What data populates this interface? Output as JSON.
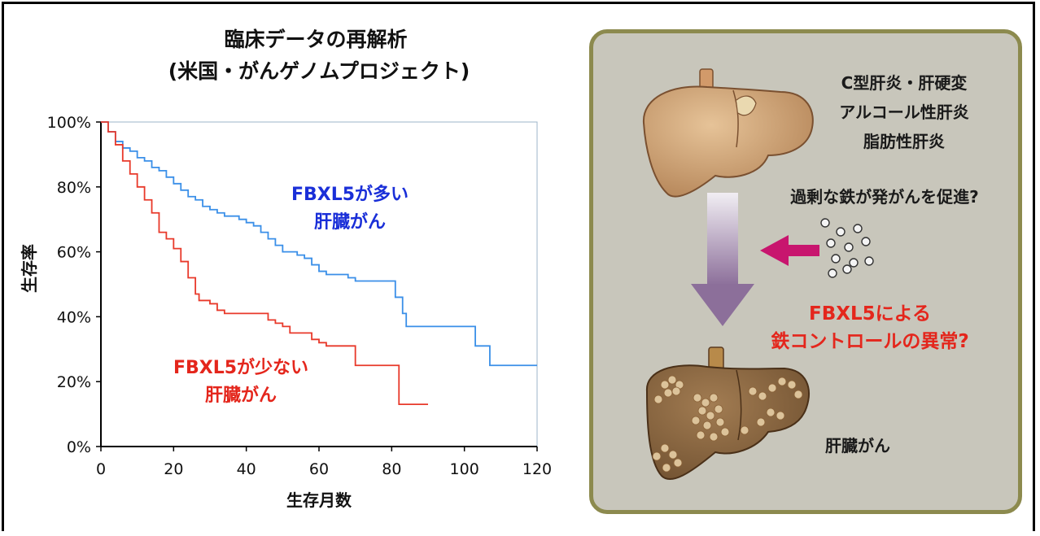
{
  "chart_data": {
    "type": "line",
    "title": "臨床データの再解析",
    "subtitle": "(米国・がんゲノムプロジェクト)",
    "xlabel": "生存月数",
    "ylabel": "生存率",
    "xlim": [
      0,
      120
    ],
    "ylim": [
      0,
      100
    ],
    "x_ticks": [
      "0",
      "20",
      "40",
      "60",
      "80",
      "100",
      "120"
    ],
    "y_ticks": [
      "0%",
      "20%",
      "40%",
      "60%",
      "80%",
      "100%"
    ],
    "grid": false,
    "series": [
      {
        "name_lines": [
          "FBXL5が多い",
          "肝臓がん"
        ],
        "color": "#3a8fe8",
        "label_color": "#1a2fd8",
        "points": [
          [
            0,
            100
          ],
          [
            2,
            97
          ],
          [
            4,
            94
          ],
          [
            6,
            92
          ],
          [
            8,
            91
          ],
          [
            10,
            89
          ],
          [
            12,
            88
          ],
          [
            14,
            86
          ],
          [
            16,
            85
          ],
          [
            18,
            83
          ],
          [
            20,
            81
          ],
          [
            22,
            79
          ],
          [
            24,
            77
          ],
          [
            26,
            76
          ],
          [
            28,
            74
          ],
          [
            30,
            73
          ],
          [
            32,
            72
          ],
          [
            34,
            71
          ],
          [
            36,
            71
          ],
          [
            38,
            70
          ],
          [
            40,
            69
          ],
          [
            42,
            68
          ],
          [
            44,
            66
          ],
          [
            46,
            64
          ],
          [
            48,
            62
          ],
          [
            50,
            60
          ],
          [
            52,
            60
          ],
          [
            54,
            59
          ],
          [
            56,
            58
          ],
          [
            58,
            56
          ],
          [
            60,
            54
          ],
          [
            62,
            53
          ],
          [
            64,
            53
          ],
          [
            66,
            53
          ],
          [
            68,
            52
          ],
          [
            70,
            51
          ],
          [
            74,
            51
          ],
          [
            78,
            51
          ],
          [
            80,
            51
          ],
          [
            81,
            46
          ],
          [
            83,
            41
          ],
          [
            84,
            37
          ],
          [
            90,
            37
          ],
          [
            95,
            37
          ],
          [
            102,
            37
          ],
          [
            103,
            31
          ],
          [
            106,
            31
          ],
          [
            107,
            25
          ],
          [
            112,
            25
          ],
          [
            120,
            25
          ]
        ]
      },
      {
        "name_lines": [
          "FBXL5が少ない",
          "肝臓がん"
        ],
        "color": "#e8392a",
        "label_color": "#e4261c",
        "points": [
          [
            0,
            100
          ],
          [
            2,
            97
          ],
          [
            4,
            93
          ],
          [
            6,
            88
          ],
          [
            8,
            84
          ],
          [
            10,
            80
          ],
          [
            12,
            76
          ],
          [
            14,
            72
          ],
          [
            16,
            66
          ],
          [
            18,
            64
          ],
          [
            20,
            61
          ],
          [
            22,
            57
          ],
          [
            24,
            52
          ],
          [
            26,
            47
          ],
          [
            27,
            45
          ],
          [
            30,
            44
          ],
          [
            32,
            42
          ],
          [
            34,
            41
          ],
          [
            44,
            41
          ],
          [
            46,
            39
          ],
          [
            48,
            38
          ],
          [
            50,
            37
          ],
          [
            52,
            35
          ],
          [
            56,
            35
          ],
          [
            58,
            33
          ],
          [
            60,
            32
          ],
          [
            62,
            31
          ],
          [
            66,
            31
          ],
          [
            70,
            31
          ],
          [
            70,
            25
          ],
          [
            80,
            25
          ],
          [
            82,
            13
          ],
          [
            90,
            13
          ]
        ]
      }
    ]
  },
  "panel": {
    "cause_lines": [
      "C型肝炎・肝硬変",
      "アルコール性肝炎",
      "脂肪性肝炎"
    ],
    "question": "過剰な鉄が発がんを促進?",
    "hypothesis_lines": [
      "FBXL5による",
      "鉄コントロールの異常?"
    ],
    "result": "肝臓がん",
    "colors": {
      "background": "#c8c6bb",
      "border": "#8c8a4e",
      "liver": "#c99a6a",
      "arrow": "#9a7fa6",
      "magenta_arrow": "#c8156e"
    }
  }
}
